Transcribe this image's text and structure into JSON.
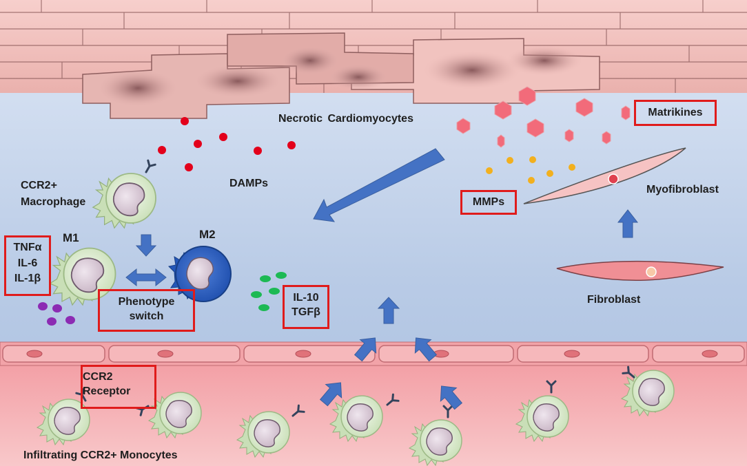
{
  "labels": {
    "necrotic": "Necrotic Cardiomyocytes",
    "damps": "DAMPs",
    "ccr2_macrophage_line1": "CCR2+",
    "ccr2_macrophage_line2": "Macrophage",
    "m1": "M1",
    "m2": "M2",
    "myofibroblast": "Myofibroblast",
    "fibroblast": "Fibroblast",
    "infiltrating": "Infiltrating CCR2+ Monocytes"
  },
  "boxes": {
    "cytokines_m1": [
      "TNFα",
      "IL-6",
      "IL-1β"
    ],
    "phenotype_switch": [
      "Phenotype",
      "switch"
    ],
    "cytokines_m2": [
      "IL-10",
      "TGFβ"
    ],
    "mmps": "MMPs",
    "matrikines": "Matrikines",
    "ccr2_receptor": [
      "CCR2",
      "Receptor"
    ]
  },
  "colors": {
    "highlight_box": "#e01b1b",
    "arrow": "#4472c4",
    "damps_dot": "#e3001b",
    "mmp_dot": "#f2b01e",
    "m1_secretion_dot": "#8c2bb3",
    "m2_secretion_dot": "#1db954",
    "matrikine_hex": "#f26b7a"
  }
}
